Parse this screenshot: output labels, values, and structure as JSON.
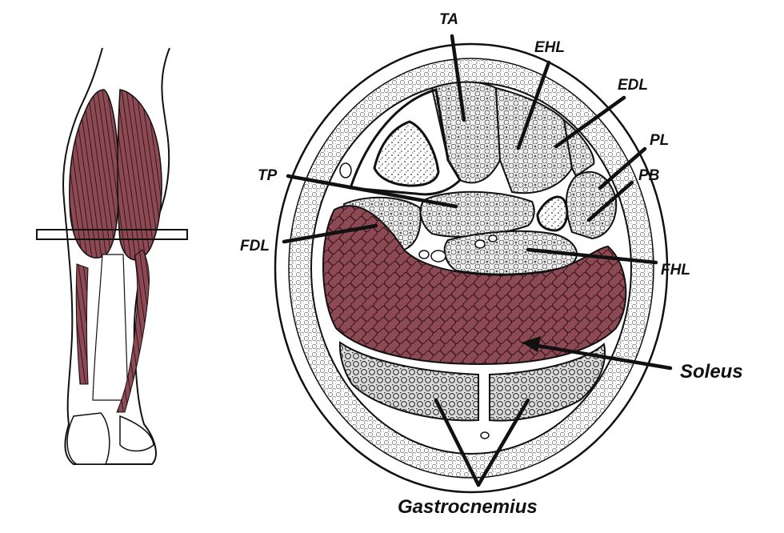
{
  "figure": {
    "labels": {
      "ta": "TA",
      "ehl": "EHL",
      "edl": "EDL",
      "pl": "PL",
      "pb": "PB",
      "tp": "TP",
      "fdl": "FDL",
      "fhl": "FHL",
      "soleus": "Soleus",
      "gastrocnemius": "Gastrocnemius"
    },
    "colors": {
      "muscle": "#8c4a55",
      "muscle_dark": "#3a1418",
      "outline": "#111111",
      "fat_fill": "#ffffff",
      "section_fill": "#f4f4f4"
    }
  }
}
